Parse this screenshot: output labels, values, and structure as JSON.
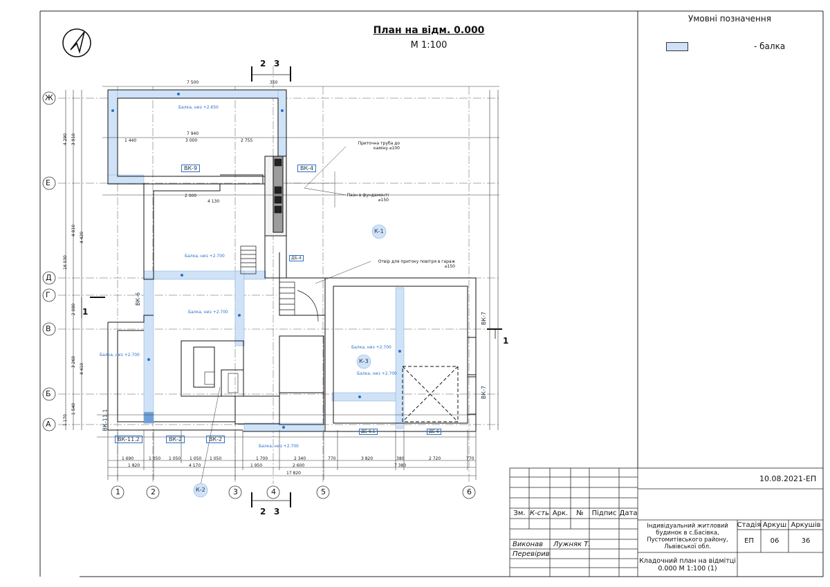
{
  "plan": {
    "title": "План на відм. 0.000",
    "scale": "М 1:100",
    "section_marks": [
      "2",
      "3"
    ],
    "section_side": "1"
  },
  "legend": {
    "title": "Умовні позначення",
    "beam_label": "- балка",
    "beam_color": "#cfe2f7"
  },
  "axes": {
    "letters": [
      "Ж",
      "Е",
      "Д",
      "Г",
      "В",
      "Б",
      "А"
    ],
    "numbers": [
      "1",
      "2",
      "3",
      "4",
      "5",
      "6"
    ]
  },
  "labels": {
    "beams": [
      "Балка, низ +2.650",
      "Балка, низ +2.700",
      "Балка, низ +2.700",
      "Балка, низ +2.700",
      "Балка, низ +2.700",
      "Балка, низ +2.700",
      "Балка, низ +2.700"
    ],
    "marks": [
      "ВК-9",
      "ВК-4",
      "ВК-6",
      "ВК-7",
      "ВК-7",
      "ВК-11.1",
      "ВК-11.2",
      "ВК-2",
      "ВК-2",
      "К-1",
      "К-2",
      "К-3",
      "ДБ-4",
      "ДБ-6.1",
      "ДБ-6"
    ],
    "notes": [
      "Приточна труба до каміну ⌀100",
      "Пазн в фундаменті ⌀150",
      "Отвір для притоку повітря в гараж ⌀150"
    ],
    "dims_top": [
      "7 500",
      "350",
      "7 940",
      "1 440",
      "3 000",
      "2 755",
      "2 000",
      "4 130"
    ],
    "dims_bottom_1": [
      "1 690",
      "1 050",
      "1 050",
      "1 050",
      "1 050",
      "1 700",
      "2 340",
      "770",
      "3 820",
      "380",
      "2 720",
      "770"
    ],
    "dims_bottom_2": [
      "1 820",
      "4 170",
      "1 950",
      "2 600",
      "7 380"
    ],
    "dims_total": "17 820",
    "dims_left": [
      "4 290",
      "3 910",
      "4 810",
      "4 420",
      "16 030",
      "2 080",
      "3 260",
      "4 410",
      "1 540",
      "1 170"
    ]
  },
  "title_block": {
    "date_code": "10.08.2021-ЕП",
    "headers": [
      "Зм.",
      "К-сть",
      "Арк.",
      "№",
      "Підпис",
      "Дата"
    ],
    "project": "Індивідуальний житловий будинок в с.Басівка, Пустомитівського району, Львівської обл.",
    "stage_header": "Стадія",
    "sheet_header": "Аркуш",
    "sheets_header": "Аркушів",
    "stage": "ЕП",
    "sheet": "06",
    "sheets": "36",
    "made_by_label": "Виконав",
    "made_by": "Лужняк Т.",
    "checked_label": "Перевірив",
    "drawing_title": "Кладочний план на відмітці 0.000 М 1:100 (1)"
  }
}
